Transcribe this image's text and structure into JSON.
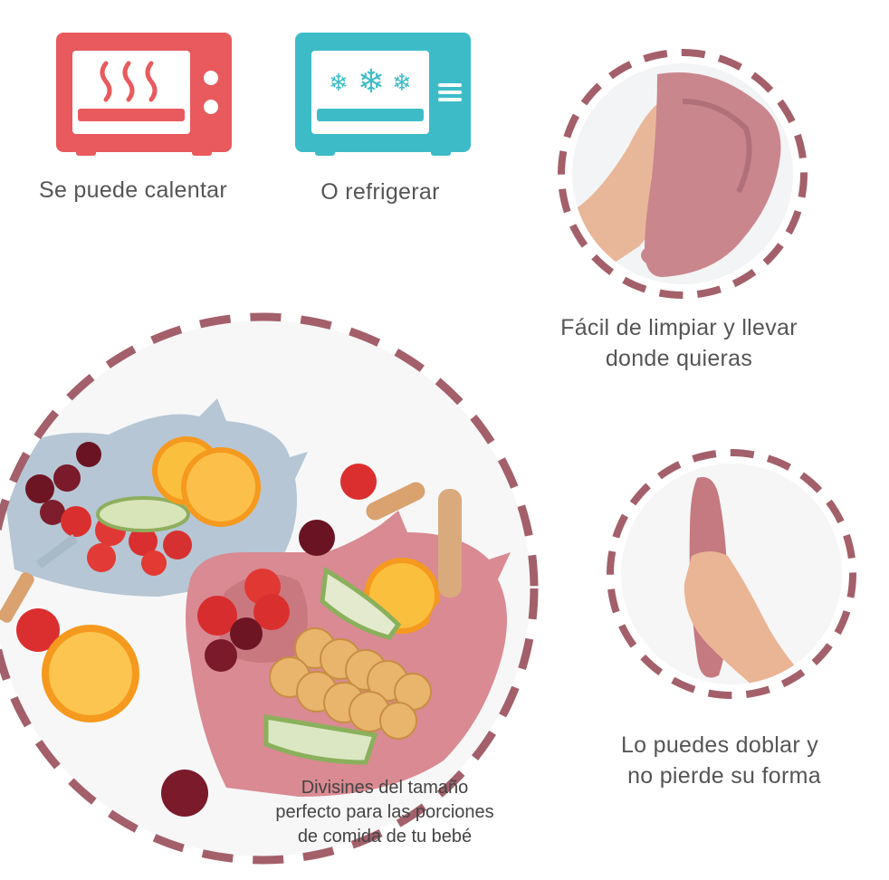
{
  "features": [
    {
      "id": "heat",
      "label": "Se puede calentar",
      "icon": "microwave-heat-icon",
      "color": "#e85a5d"
    },
    {
      "id": "cool",
      "label": "O refrigerar",
      "icon": "fridge-snowflake-icon",
      "color": "#3dbcc8"
    }
  ],
  "photo_captions": {
    "clean": [
      "Fácil de limpiar y llevar",
      "donde quieras"
    ],
    "fold": [
      "Lo puedes doblar y",
      "no pierde su forma"
    ],
    "portions": [
      "Divisines del tamaño",
      "perfecto para las porciones",
      "de comida de tu bebé"
    ]
  },
  "colors": {
    "dash_ring": "#a3606a",
    "plate_pink": "#d98a92",
    "plate_blue": "#b6c6d4"
  }
}
